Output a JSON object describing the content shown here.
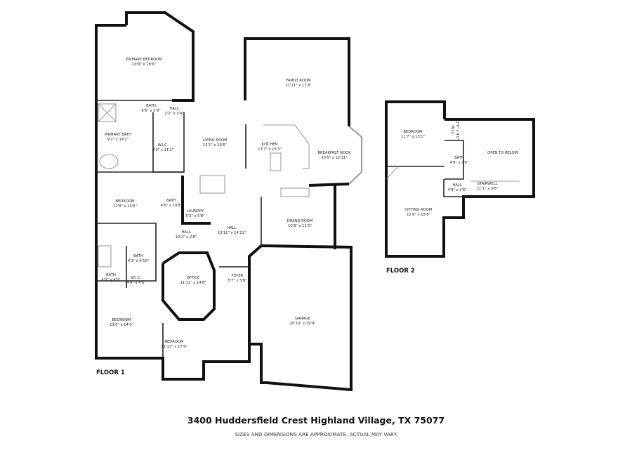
{
  "floor1": {
    "label": "FLOOR 1",
    "rooms": [
      {
        "name": "PRIMARY BEDROOM",
        "dims": "10'9\" x 18'6\""
      },
      {
        "name": "FAMILY ROOM",
        "dims": "21'11\" x 17'4\""
      },
      {
        "name": "BATH",
        "dims": "6'6\" x 2'9\""
      },
      {
        "name": "HALL",
        "dims": "2'2\" x 3'4\""
      },
      {
        "name": "PRIMARY BATH",
        "dims": "9'2\" x 14'2\""
      },
      {
        "name": "W.I.C.",
        "dims": "8'0\" x 11'2\""
      },
      {
        "name": "LIVING ROOM",
        "dims": "13'1\" x 19'6\""
      },
      {
        "name": "KITCHEN",
        "dims": "13'7\" x 15'3\""
      },
      {
        "name": "BREAKFAST NOOK",
        "dims": "10'5\" x 12'11\""
      },
      {
        "name": "BEDROOM",
        "dims": "12'8\" x 14'6\""
      },
      {
        "name": "BATH",
        "dims": "4'6\" x 10'8\""
      },
      {
        "name": "LAUNDRY",
        "dims": "5'3\" x 5'8\""
      },
      {
        "name": "HALL",
        "dims": "10'2\" x 2'8\""
      },
      {
        "name": "HALL",
        "dims": "10'11\" x 14'11\""
      },
      {
        "name": "DINING ROOM",
        "dims": "10'8\" x 11'0\""
      },
      {
        "name": "BATH",
        "dims": "4'1\" x 4'10\""
      },
      {
        "name": "BATH",
        "dims": "4'0\" x 4'0\""
      },
      {
        "name": "W.I.C.",
        "dims": "4'4\" x 4'6\""
      },
      {
        "name": "OFFICE",
        "dims": "11'11\" x 14'6\""
      },
      {
        "name": "FOYER",
        "dims": "5'7\" x 5'8\""
      },
      {
        "name": "BEDROOM",
        "dims": "13'0\" x 14'0\""
      },
      {
        "name": "GARAGE",
        "dims": "20'10\" x 29'9\""
      },
      {
        "name": "BEDROOM",
        "dims": "11'11\" x 17'9\""
      }
    ]
  },
  "floor2": {
    "label": "FLOOR 2",
    "rooms": [
      {
        "name": "BEDROOM",
        "dims": "11'7\" x 13'1\""
      },
      {
        "name": "W.I.C.",
        "dims": "3'9\" x 4'0\""
      },
      {
        "name": "OPEN TO BELOW",
        "dims": ""
      },
      {
        "name": "BATH",
        "dims": "4'9\" x 7'6\""
      },
      {
        "name": "HALL",
        "dims": "4'9\" x 2'6\""
      },
      {
        "name": "STAIRWELL",
        "dims": "11'1\" x 3'6\""
      },
      {
        "name": "SITTING ROOM",
        "dims": "12'6\" x 18'6\""
      }
    ]
  },
  "address": "3400 Huddersfield Crest Highland Village, TX 75077",
  "disclaimer": "SIZES AND DIMENSIONS ARE APPROXIMATE, ACTUAL MAY VARY."
}
